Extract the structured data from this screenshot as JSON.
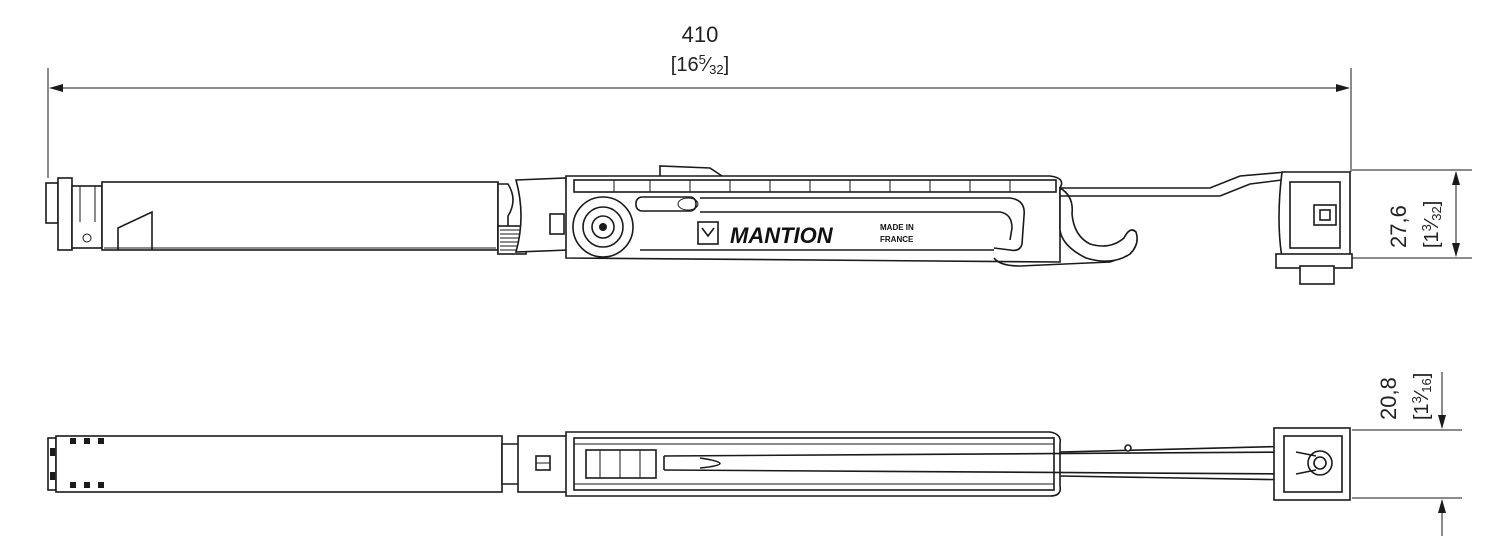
{
  "dimensions": {
    "length_mm": "410",
    "length_in": {
      "open": "[16",
      "num": "5",
      "den": "32",
      "close": "]"
    },
    "height_mm": "27,6",
    "height_in": {
      "open": "[1",
      "num": "3",
      "den": "32",
      "close": "]"
    },
    "width_mm": "20,8",
    "width_in": {
      "open": "[1",
      "num": "3",
      "den": "16",
      "close": "]"
    }
  },
  "label": {
    "brand": "MANTION",
    "origin_line1": "MADE IN",
    "origin_line2": "FRANCE"
  },
  "icons": [
    "mantion-logo-icon",
    "dimension-arrow-icon"
  ]
}
